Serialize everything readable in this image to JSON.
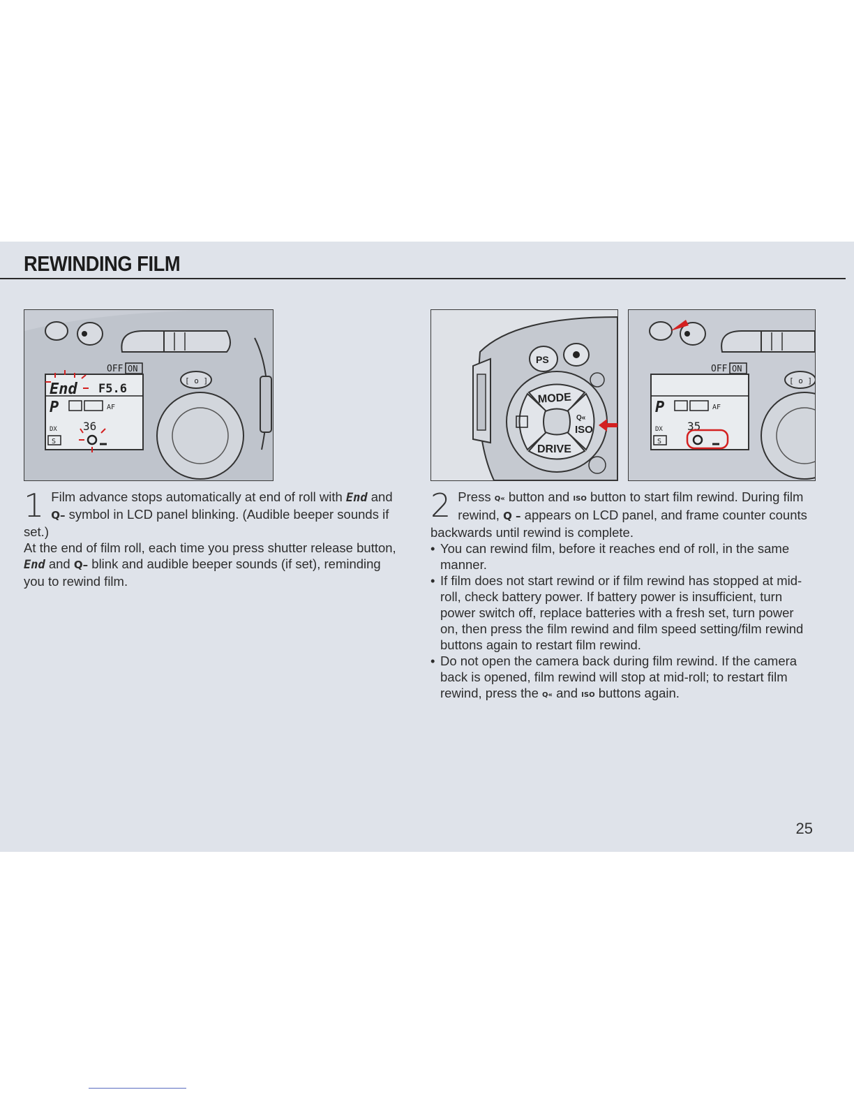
{
  "heading": "REWINDING FILM",
  "figures": {
    "fig1": {
      "lcd_top": "OFF",
      "lcd_on": "ON",
      "lcd_end": "End",
      "lcd_aperture": "F5.6",
      "lcd_mode": "P",
      "lcd_af": "AF",
      "lcd_counter": "36",
      "lcd_dx": "DX",
      "lcd_s": "S",
      "bracket_label": "[ o ]"
    },
    "fig2": {
      "btn_ps": "PS",
      "btn_mode": "MODE",
      "btn_iso": "ISO",
      "btn_drive": "DRIVE"
    },
    "fig3": {
      "lcd_top": "OFF",
      "lcd_on": "ON",
      "lcd_mode": "P",
      "lcd_af": "AF",
      "lcd_counter": "35",
      "lcd_dx": "DX",
      "lcd_s": "S",
      "bracket_label": "[ o ]"
    }
  },
  "step1": {
    "number": "1",
    "p1_a": "Film advance stops automatically at end of roll with ",
    "p1_end": "End",
    "p1_b": " and ",
    "p1_sym": "Q–",
    "p1_c": " symbol in LCD panel blinking. (Audible beeper sounds if set.)",
    "p2_a": "At the end of film roll, each time you press shutter release button, ",
    "p2_end": "End",
    "p2_b": " and ",
    "p2_sym": "Q–",
    "p2_c": " blink and audible beeper sounds (if set), reminding you to rewind film."
  },
  "step2": {
    "number": "2",
    "a": "Press ",
    "sym_rewind": "Q«",
    "b": " button and ",
    "sym_iso": "ISO",
    "c": " button to start film rewind. During film rewind, ",
    "sym_q": "Q –",
    "d": " appears on LCD panel, and frame counter counts backwards until rewind is complete.",
    "bullet1": "You can rewind film, before it reaches end of roll, in the same manner.",
    "bullet2": "If film does not start rewind or if film rewind has stopped at mid-roll, check battery power. If battery power is insufficient, turn power switch off, replace batteries with a fresh set, turn power on, then press the film rewind and film speed setting/film rewind buttons again to restart film rewind.",
    "bullet3_a": "Do not open the camera back during film rewind. If the camera back is opened, film rewind will stop at mid-roll; to restart film rewind, press the ",
    "bullet3_sym1": "Q«",
    "bullet3_b": " and ",
    "bullet3_sym2": "ISO",
    "bullet3_c": " buttons again."
  },
  "page_number": "25"
}
